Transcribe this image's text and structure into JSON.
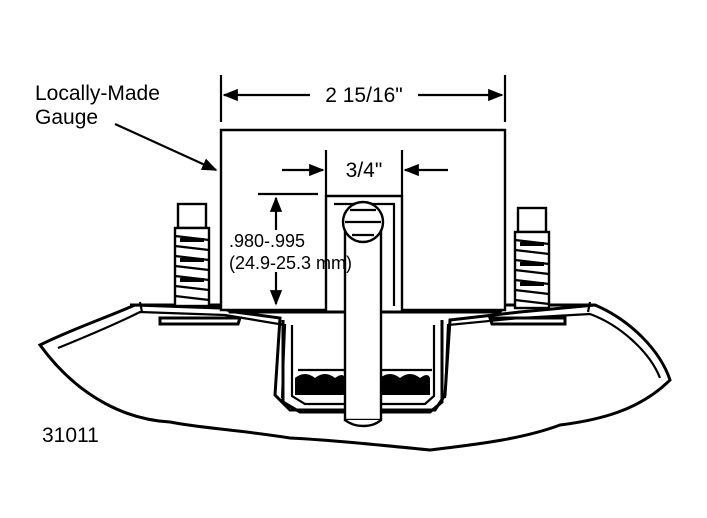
{
  "labels": {
    "gauge_line1": "Locally-Made",
    "gauge_line2": "Gauge",
    "width_dimension": "2 15/16\"",
    "slot_dimension": "3/4\"",
    "height_dimension_in": ".980-.995",
    "height_dimension_mm": "(24.9-25.3 mm)",
    "figure_number": "31011"
  }
}
